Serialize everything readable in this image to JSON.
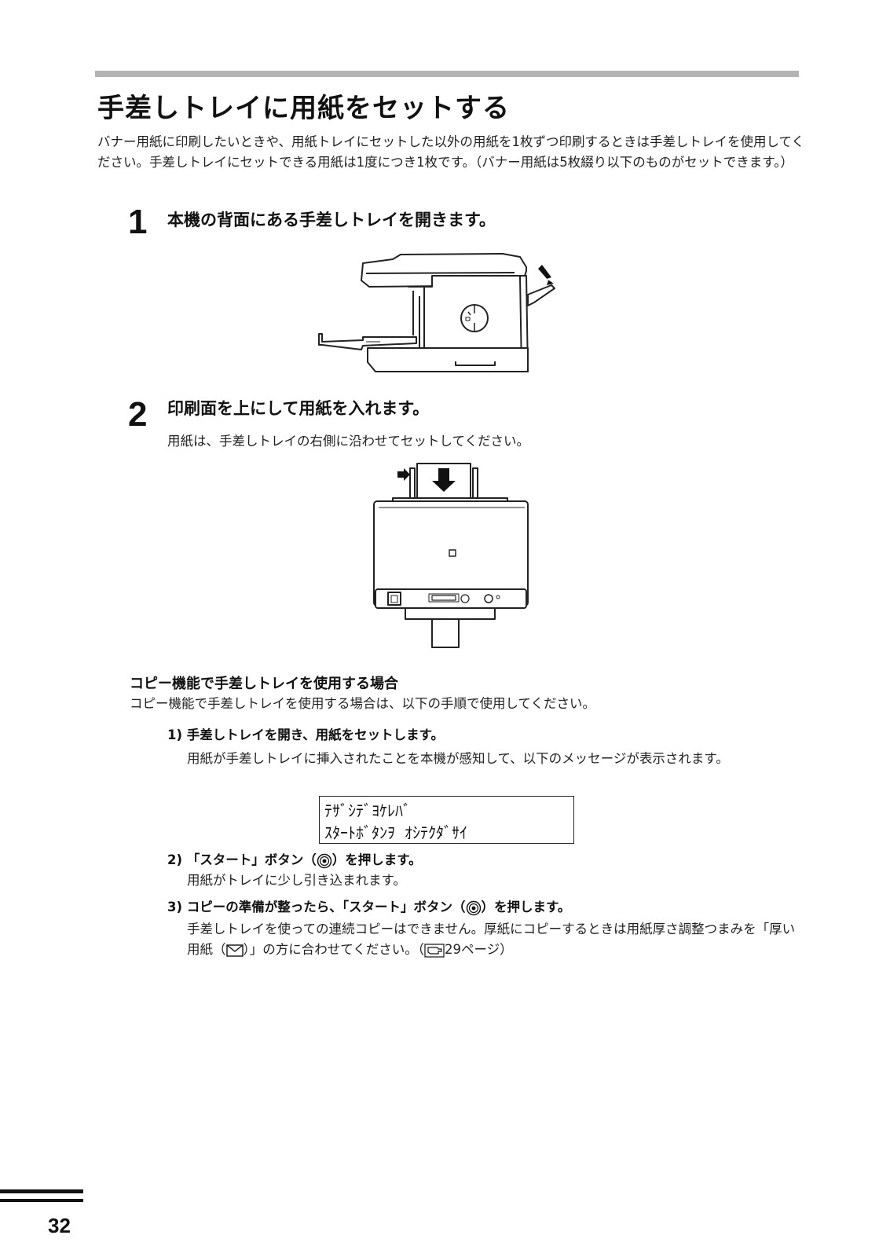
{
  "page": {
    "title": "手差しトレイに用紙をセットする",
    "intro": "バナー用紙に印刷したいときや、用紙トレイにセットした以外の用紙を1枚ずつ印刷するときは手差しトレイを使用してください。手差しトレイにセットできる用紙は1度につき1枚です。（バナー用紙は5枚綴り以下のものがセットできます。）",
    "page_number": "32"
  },
  "steps": [
    {
      "number": "1",
      "title": "本機の背面にある手差しトレイを開きます。"
    },
    {
      "number": "2",
      "title": "印刷面を上にして用紙を入れます。",
      "description": "用紙は、手差しトレイの右側に沿わせてセットしてください。"
    }
  ],
  "copy_section": {
    "heading": "コピー機能で手差しトレイを使用する場合",
    "description": "コピー機能で手差しトレイを使用する場合は、以下の手順で使用してください。",
    "items": [
      {
        "title": "1) 手差しトレイを開き、用紙をセットします。",
        "description": "用紙が手差しトレイに挿入されたことを本機が感知して、以下のメッセージが表示されます。"
      },
      {
        "title_before": "2) 「スタート」ボタン（",
        "title_after": "）を押します。",
        "description": "用紙がトレイに少し引き込まれます。"
      },
      {
        "title_before": "3) コピーの準備が整ったら、「スタート」ボタン（",
        "title_after": "）を押します。",
        "description_1": "手差しトレイを使っての連続コピーはできません。厚紙にコピーするときは用紙厚さ調整つまみを「厚い用紙（",
        "description_2": "）」の方に合わせてください。（",
        "description_3": "29ページ）"
      }
    ]
  },
  "lcd_message": {
    "line1": "ﾃｻﾞｼﾃﾞﾖｹﾚﾊﾞ",
    "line2": "ｽﾀｰﾄﾎﾞﾀﾝｦ ｵｼﾃｸﾀﾞｻｲ"
  }
}
